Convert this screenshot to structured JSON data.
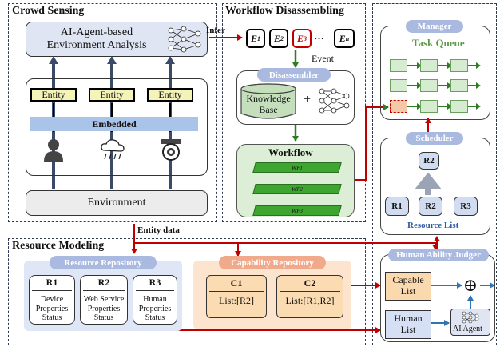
{
  "crowd": {
    "title": "Crowd Sensing",
    "analysis": "AI-Agent-based Environment Analysis",
    "entity": "Entity",
    "embedded": "Embedded",
    "environment": "Environment",
    "infer": "Infer",
    "entity_data": "Entity data"
  },
  "workflow": {
    "title": "Workflow Disassembling",
    "events": [
      "E1",
      "E2",
      "E3",
      "En"
    ],
    "event_subs": [
      "1",
      "2",
      "3",
      "n"
    ],
    "ellipsis": "···",
    "event_label": "Event",
    "disassembler": "Disassembler",
    "knowledge_base": "Knowledge Base",
    "plus": "+",
    "workflow_label": "Workflow",
    "wfs": [
      "WF1",
      "WF2",
      "WF3"
    ]
  },
  "manager": {
    "title": "Manager",
    "task_queue": "Task Queue",
    "scheduler": "Scheduler",
    "top_r": "R2",
    "resources": [
      "R1",
      "R2",
      "R3"
    ],
    "resource_list": "Resource List",
    "judger": "Human Ability Judger",
    "capable_list": "Capable List",
    "human_list": "Human List",
    "ai_agent": "AI Agent",
    "oplus": "⊕"
  },
  "resource": {
    "title": "Resource Modeling",
    "repo": "Resource Repository",
    "cap_repo": "Capability Repository",
    "items": [
      {
        "id": "R1",
        "desc": "Device Properties Status"
      },
      {
        "id": "R2",
        "desc": "Web Service Properties Status"
      },
      {
        "id": "R3",
        "desc": "Human Properties Status"
      }
    ],
    "caps": [
      {
        "id": "C1",
        "list": "List:[R2]"
      },
      {
        "id": "C2",
        "list": "List:[R1,R2]"
      }
    ]
  },
  "colors": {
    "accent_red": "#c00000",
    "green": "#3f7a30",
    "blue": "#2e75b6"
  }
}
